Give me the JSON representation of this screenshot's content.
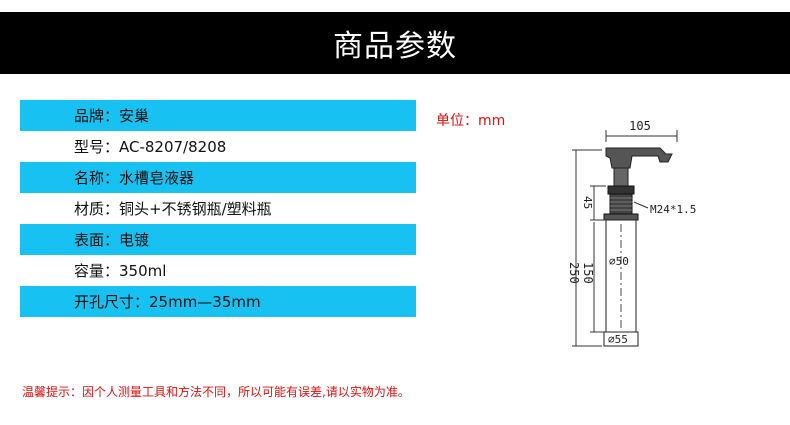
{
  "header": {
    "title": "商品参数"
  },
  "specs": [
    {
      "text": "品牌：安巢",
      "shaded": true
    },
    {
      "text": "型号：AC-8207/8208",
      "shaded": false
    },
    {
      "text": "名称：水槽皂液器",
      "shaded": true
    },
    {
      "text": "材质：铜头+不锈钢瓶/塑料瓶",
      "shaded": false
    },
    {
      "text": "表面：电镀",
      "shaded": true
    },
    {
      "text": "容量：350ml",
      "shaded": false
    },
    {
      "text": "开孔尺寸：25mm—35mm",
      "shaded": true
    }
  ],
  "unit": "单位：mm",
  "diagram": {
    "dim_top_width": "105",
    "dim_total_height": "250",
    "dim_neck_height": "45",
    "dim_body_height": "150",
    "thread": "M24*1.5",
    "dia_body": "∅50",
    "dia_base": "∅55"
  },
  "note": "温馨提示：因个人测量工具和方法不同，所以可能有误差,请以实物为准。",
  "colors": {
    "header_bg": "#000000",
    "row_accent": "#17c2f2",
    "warning": "#e01010"
  }
}
